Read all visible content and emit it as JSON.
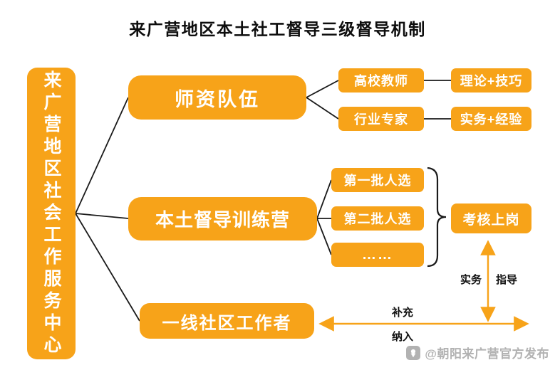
{
  "title": "来广营地区本土社工督导三级督导机制",
  "colors": {
    "orange": "#F7A319",
    "line": "#1a1a1a",
    "watermark": "#9f9f9f"
  },
  "center_box": {
    "label": "来广营地区社会工作服务中心"
  },
  "faculty": {
    "label": "师资队伍",
    "pairs": [
      {
        "source": "高校教师",
        "outcome": "理论+技巧"
      },
      {
        "source": "行业专家",
        "outcome": "实务+经验"
      }
    ]
  },
  "camp": {
    "label": "本土督导训练营",
    "batches": [
      {
        "label": "第一批人选"
      },
      {
        "label": "第二批人选"
      },
      {
        "label": "……"
      }
    ],
    "result": "考核上岗"
  },
  "frontline": {
    "label": "一线社区工作者"
  },
  "labels": {
    "practice": "实务",
    "guide": "指导",
    "supplement": "补充",
    "intake": "纳入"
  },
  "watermark": {
    "text": "@朝阳来广营官方发布"
  }
}
